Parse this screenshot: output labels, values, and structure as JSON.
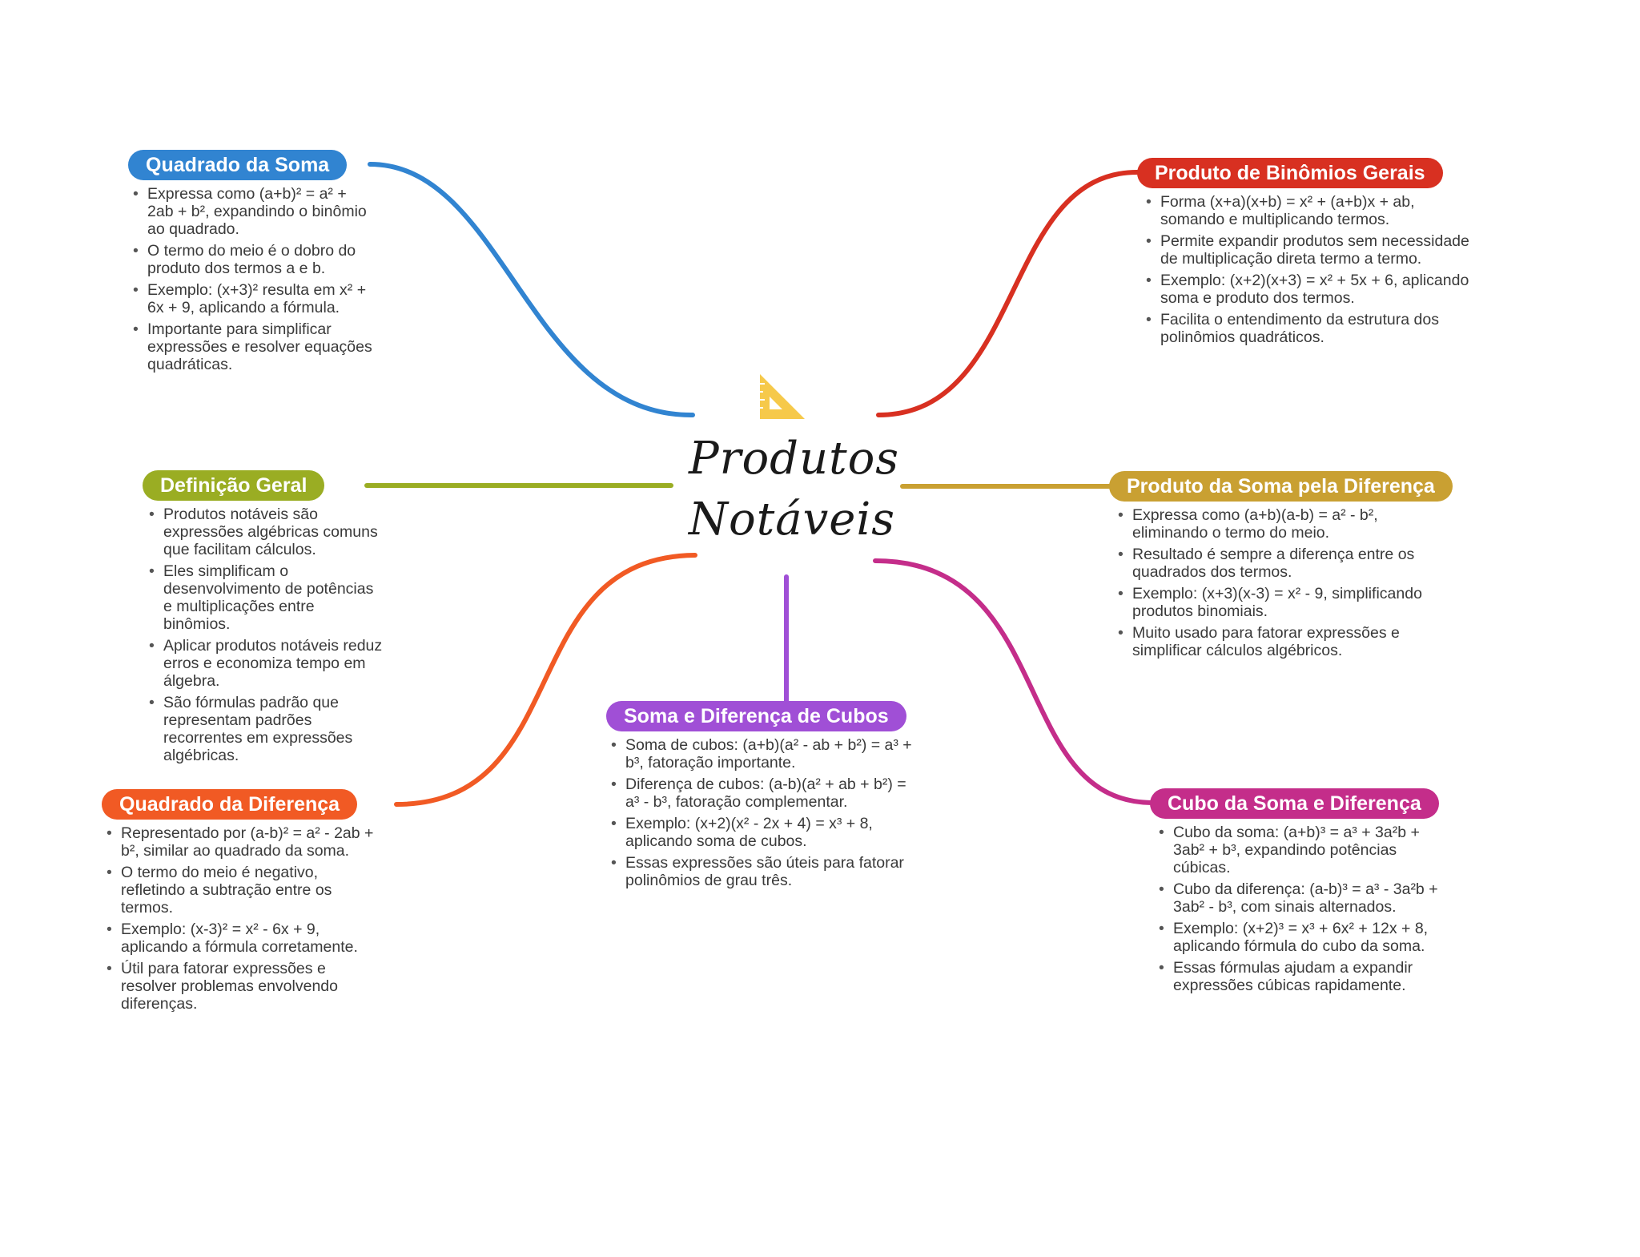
{
  "center": {
    "title_line1": "Produtos",
    "title_line2": "Notáveis",
    "icon": "triangle-ruler-icon",
    "icon_color": "#F6C94A"
  },
  "branches": [
    {
      "id": "quadrado-soma",
      "title": "Quadrado da Soma",
      "color": "#3184D1",
      "points": [
        "Expressa como (a+b)² = a² + 2ab + b², expandindo o binômio ao quadrado.",
        "O termo do meio é o dobro do produto dos termos a e b.",
        "Exemplo: (x+3)² resulta em x² + 6x + 9, aplicando a fórmula.",
        "Importante para simplificar expressões e resolver equações quadráticas."
      ]
    },
    {
      "id": "definicao-geral",
      "title": "Definição Geral",
      "color": "#9AAD23",
      "points": [
        "Produtos notáveis são expressões algébricas comuns que facilitam cálculos.",
        "Eles simplificam o desenvolvimento de potências e multiplicações entre binômios.",
        "Aplicar produtos notáveis reduz erros e economiza tempo em álgebra.",
        "São fórmulas padrão que representam padrões recorrentes em expressões algébricas."
      ]
    },
    {
      "id": "quadrado-diferenca",
      "title": "Quadrado da Diferença",
      "color": "#F15A24",
      "points": [
        "Representado por (a-b)² = a² - 2ab + b², similar ao quadrado da soma.",
        "O termo do meio é negativo, refletindo a subtração entre os termos.",
        "Exemplo: (x-3)² = x² - 6x + 9, aplicando a fórmula corretamente.",
        "Útil para fatorar expressões e resolver problemas envolvendo diferenças."
      ]
    },
    {
      "id": "soma-diferenca-cubos",
      "title": "Soma e Diferença de Cubos",
      "color": "#A04FD6",
      "points": [
        "Soma de cubos: (a+b)(a² - ab + b²) = a³ + b³, fatoração importante.",
        "Diferença de cubos: (a-b)(a² + ab + b²) = a³ - b³, fatoração complementar.",
        "Exemplo: (x+2)(x² - 2x + 4) = x³ + 8, aplicando soma de cubos.",
        "Essas expressões são úteis para fatorar polinômios de grau três."
      ]
    },
    {
      "id": "binomios-gerais",
      "title": "Produto de Binômios Gerais",
      "color": "#D83021",
      "points": [
        "Forma (x+a)(x+b) = x² + (a+b)x + ab, somando e multiplicando termos.",
        "Permite expandir produtos sem necessidade de multiplicação direta termo a termo.",
        "Exemplo: (x+2)(x+3) = x² + 5x + 6, aplicando soma e produto dos termos.",
        "Facilita o entendimento da estrutura dos polinômios quadráticos."
      ]
    },
    {
      "id": "soma-pela-diferenca",
      "title": "Produto da Soma pela Diferença",
      "color": "#C9A032",
      "points": [
        "Expressa como (a+b)(a-b) = a² - b², eliminando o termo do meio.",
        "Resultado é sempre a diferença entre os quadrados dos termos.",
        "Exemplo: (x+3)(x-3) = x² - 9, simplificando produtos binomiais.",
        "Muito usado para fatorar expressões e simplificar cálculos algébricos."
      ]
    },
    {
      "id": "cubo-soma-diferenca",
      "title": "Cubo da Soma e Diferença",
      "color": "#C42D8A",
      "points": [
        "Cubo da soma: (a+b)³ = a³ + 3a²b + 3ab² + b³, expandindo potências cúbicas.",
        "Cubo da diferença: (a-b)³ = a³ - 3a²b + 3ab² - b³, com sinais alternados.",
        "Exemplo: (x+2)³ = x³ + 6x² + 12x + 8, aplicando fórmula do cubo da soma.",
        "Essas fórmulas ajudam a expandir expressões cúbicas rapidamente."
      ]
    }
  ]
}
